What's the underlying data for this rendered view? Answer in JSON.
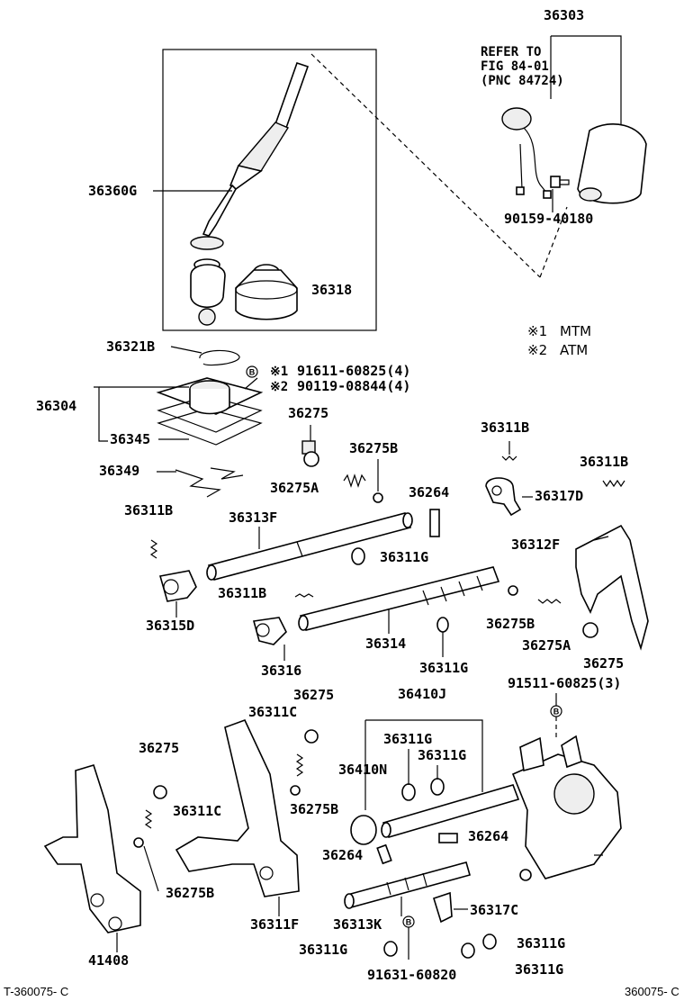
{
  "labels": {
    "p36303": "36303",
    "refer_line1": "REFER TO",
    "refer_line2": "FIG 84-01",
    "refer_line3": "(PNC 84724)",
    "p36360G": "36360G",
    "p90159_40180": "90159-40180",
    "p36318": "36318",
    "legend_mtm_mark": "※1",
    "legend_mtm": "MTM",
    "legend_atm_mark": "※2",
    "legend_atm": "ATM",
    "p36321B": "36321B",
    "circle_b": "B",
    "mark1": "※1",
    "mark2": "※2",
    "p91611_60825": "91611-60825(4)",
    "p90119_08844": "90119-08844(4)",
    "p36304": "36304",
    "p36275_a": "36275",
    "p36311B_a": "36311B",
    "p36345": "36345",
    "p36275B_a": "36275B",
    "p36311B_b": "36311B",
    "p36349": "36349",
    "p36264_a": "36264",
    "p36275A_a": "36275A",
    "p36317D": "36317D",
    "p36311B_c": "36311B",
    "p36313F": "36313F",
    "p36312F": "36312F",
    "p36311G_a": "36311G",
    "p36311B_d": "36311B",
    "p36315D": "36315D",
    "p36275B_b": "36275B",
    "p36314": "36314",
    "p36275A_b": "36275A",
    "p36275_b": "36275",
    "p36316": "36316",
    "p36311G_b": "36311G",
    "p91511_60825": "91511-60825(3)",
    "p36275_c": "36275",
    "p36410J": "36410J",
    "p36311C_a": "36311C",
    "p36311G_c": "36311G",
    "p36275_d": "36275",
    "p36410N": "36410N",
    "p36311G_d": "36311G",
    "p36311C_b": "36311C",
    "p36275B_c": "36275B",
    "p36264_b": "36264",
    "p36264_c": "36264",
    "p36275B_d": "36275B",
    "p36317C": "36317C",
    "p36311F": "36311F",
    "p36313K": "36313K",
    "p41408": "41408",
    "p36311G_e": "36311G",
    "p36311G_f": "36311G",
    "p36311G_g": "36311G",
    "p91631_60820": "91631-60820"
  },
  "footer": {
    "left": "T-360075- C",
    "right": "360075- C"
  }
}
